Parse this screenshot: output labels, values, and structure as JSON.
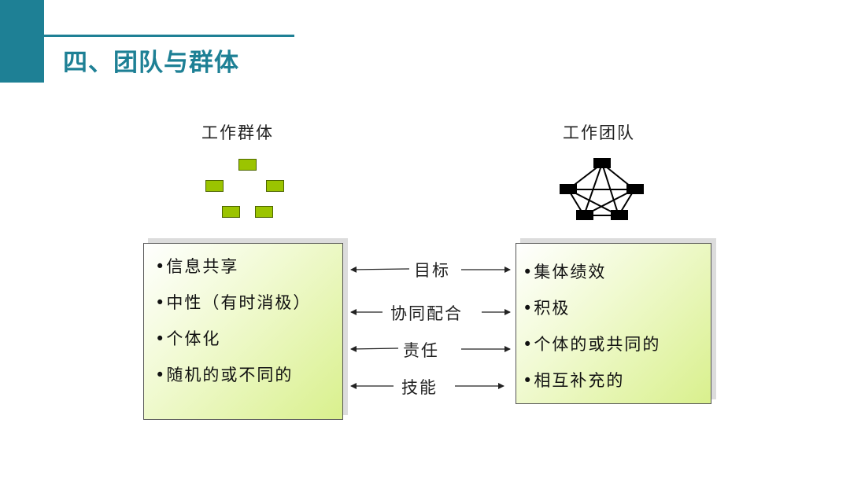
{
  "slide": {
    "title": "四、团队与群体",
    "accent_color": "#1e8095"
  },
  "left": {
    "heading": "工作群体",
    "items": [
      "•信息共享",
      "•中性（有时消极）",
      "•个体化",
      "•随机的或不同的"
    ]
  },
  "right": {
    "heading": "工作团队",
    "items": [
      "•集体绩效",
      "•积极",
      "•个体的或共同的",
      "•相互补充的"
    ]
  },
  "connectors": [
    "目标",
    "协同配合",
    "责任",
    "技能"
  ],
  "colors": {
    "box_fill": "#9bc400",
    "panel_gradient_end": "#d9f08d"
  }
}
